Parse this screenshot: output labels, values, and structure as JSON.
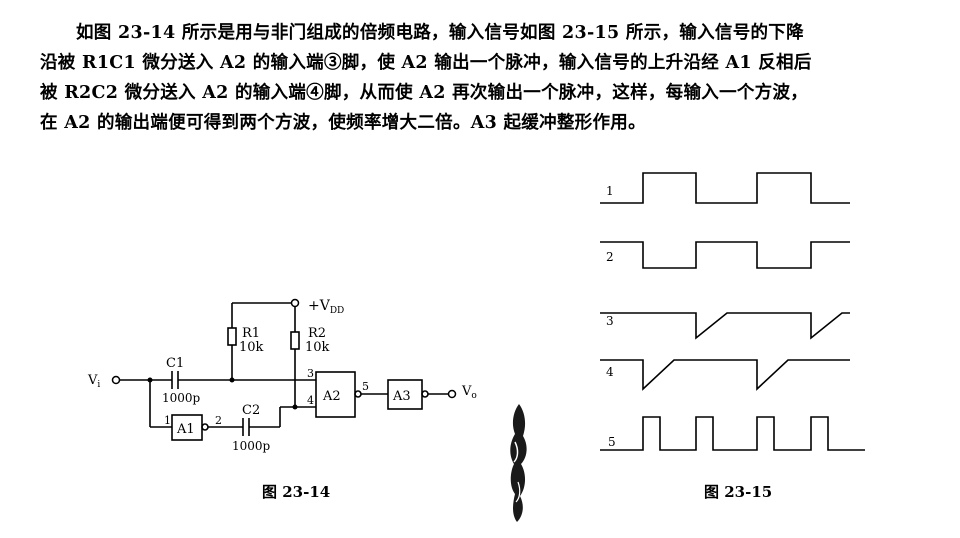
{
  "paragraph": {
    "line1": "如图 23-14 所示是用与非门组成的倍频电路，输入信号如图 23-15 所示，输入信号的下降",
    "line2": "沿被 R1C1 微分送入 A2 的输入端③脚，使 A2 输出一个脉冲，输入信号的上升沿经 A1 反相后",
    "line3": "被 R2C2 微分送入 A2 的输入端④脚，从而使 A2 再次输出一个脉冲，这样，每输入一个方波，",
    "line4": "在 A2 的输出端便可得到两个方波，使频率增大二倍。A3 起缓冲整形作用。"
  },
  "circuit": {
    "vdd_label": "+V",
    "vdd_sub": "DD",
    "r1_name": "R1",
    "r1_value": "10k",
    "r2_name": "R2",
    "r2_value": "10k",
    "c1_name": "C1",
    "c1_value": "1000p",
    "c2_name": "C2",
    "c2_value": "1000p",
    "vi_label": "V",
    "vi_sub": "i",
    "vo_label": "V",
    "vo_sub": "o",
    "a1_name": "A1",
    "a2_name": "A2",
    "a3_name": "A3",
    "pin1": "1",
    "pin2": "2",
    "pin3": "3",
    "pin4": "4",
    "pin5": "5"
  },
  "waveforms": {
    "labels": [
      "1",
      "2",
      "3",
      "4",
      "5"
    ]
  },
  "captions": {
    "fig14": "图 23-14",
    "fig15": "图 23-15"
  }
}
